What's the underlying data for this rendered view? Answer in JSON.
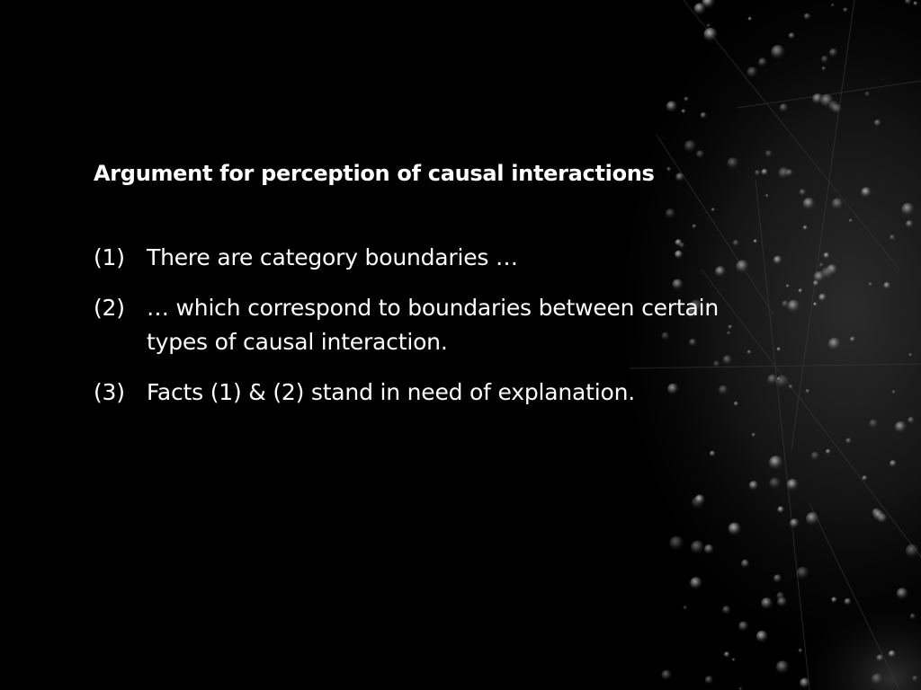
{
  "slide": {
    "title": "Argument for perception of causal interactions",
    "points": [
      {
        "number": "(1)",
        "text": "There are category boundaries …"
      },
      {
        "number": "(2)",
        "text": "… which correspond to boundaries between certain types of causal interaction."
      },
      {
        "number": "(3)",
        "text": "Facts (1) & (2) stand in need of explanation."
      }
    ]
  },
  "background": {
    "image": "dewdrops-on-spider-web",
    "base_color": "#000000",
    "text_color": "#ffffff"
  }
}
